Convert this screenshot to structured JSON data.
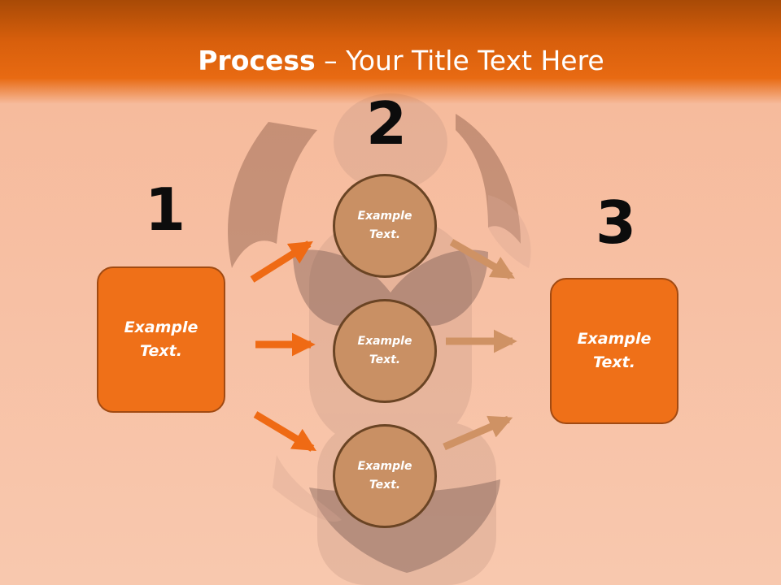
{
  "slide": {
    "title_bold": "Process",
    "title_rest": " – Your Title Text Here"
  },
  "steps": [
    "1",
    "2",
    "3"
  ],
  "boxes": {
    "left": "Example\nText.",
    "right": "Example\nText."
  },
  "circles": {
    "top": "Example\nText.",
    "middle": "Example\nText.",
    "bottom": "Example\nText."
  },
  "colors": {
    "header": "#e0640e",
    "box_fill": "#ef7018",
    "circle_fill": "#c99064",
    "arrow_orange": "#ef6a14",
    "arrow_tan": "#cf9264"
  }
}
